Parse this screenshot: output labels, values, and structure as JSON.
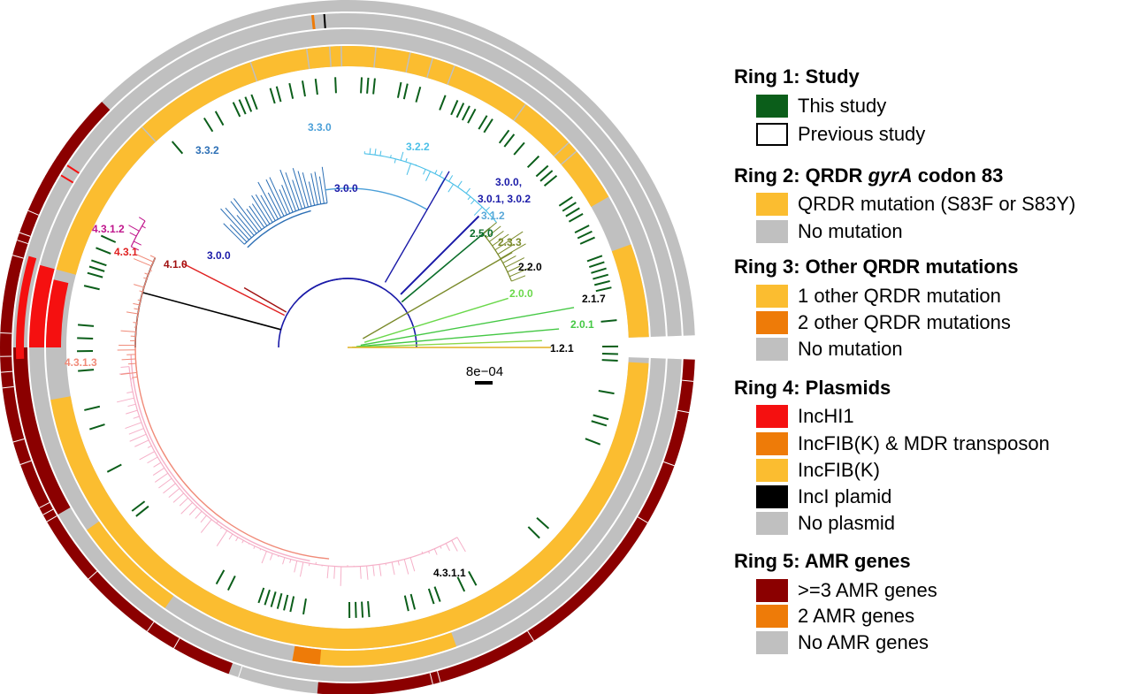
{
  "colors": {
    "study_green": "#0b5e1a",
    "qrdr_yellow": "#fbbd30",
    "grey": "#c0c0c0",
    "orange": "#ee7b08",
    "red": "#f51010",
    "black": "#000000",
    "dark_red": "#8b0000",
    "white": "#ffffff"
  },
  "tree": {
    "scale_label": "8e−04",
    "clades": [
      {
        "id": "c330",
        "label": "3.3.0",
        "color": "#4a9fd8"
      },
      {
        "id": "c332",
        "label": "3.3.2",
        "color": "#2c6fb5"
      },
      {
        "id": "c322",
        "label": "3.2.2",
        "color": "#4cc0e8"
      },
      {
        "id": "c300a",
        "label": "3.0.0",
        "color": "#1a1aa8"
      },
      {
        "id": "c300b",
        "label": "3.0.0,",
        "color": "#1a1aa8"
      },
      {
        "id": "c301",
        "label": "3.0.1, 3.0.2",
        "color": "#1a1aa8"
      },
      {
        "id": "c312",
        "label": "3.1.2",
        "color": "#5aa8d8"
      },
      {
        "id": "c250",
        "label": "2.5.0",
        "color": "#0b6e2a"
      },
      {
        "id": "c233",
        "label": "2.3.3",
        "color": "#7a8a2a"
      },
      {
        "id": "c220",
        "label": "2.2.0",
        "color": "#000000"
      },
      {
        "id": "c200",
        "label": "2.0.0",
        "color": "#6ad84a"
      },
      {
        "id": "c217",
        "label": "2.1.7",
        "color": "#000000"
      },
      {
        "id": "c201",
        "label": "2.0.1",
        "color": "#44c844"
      },
      {
        "id": "c121",
        "label": "1.2.1",
        "color": "#000000"
      },
      {
        "id": "c4312",
        "label": "4.3.1.2",
        "color": "#c0168c"
      },
      {
        "id": "c431",
        "label": "4.3.1",
        "color": "#e02020"
      },
      {
        "id": "c410",
        "label": "4.1.0",
        "color": "#a01010"
      },
      {
        "id": "c300c",
        "label": "3.0.0",
        "color": "#1a1aa8"
      },
      {
        "id": "c4313",
        "label": "4.3.1.3",
        "color": "#f08a78"
      },
      {
        "id": "c4311",
        "label": "4.3.1.1",
        "color": "#000000"
      }
    ]
  },
  "legend": {
    "ring1": {
      "title": "Ring 1: Study",
      "items": [
        {
          "label": "This study",
          "color": "#0b5e1a"
        },
        {
          "label": "Previous study",
          "color": "#ffffff"
        }
      ]
    },
    "ring2": {
      "title_prefix": "Ring 2: QRDR ",
      "title_gene": "gyrA",
      "title_suffix": " codon 83",
      "items": [
        {
          "label": "QRDR mutation (S83F or S83Y)",
          "color": "#fbbd30"
        },
        {
          "label": "No mutation",
          "color": "#c0c0c0"
        }
      ]
    },
    "ring3": {
      "title": "Ring 3: Other QRDR mutations",
      "items": [
        {
          "label": "1 other QRDR mutation",
          "color": "#fbbd30"
        },
        {
          "label": "2 other QRDR mutations",
          "color": "#ee7b08"
        },
        {
          "label": "No mutation",
          "color": "#c0c0c0"
        }
      ]
    },
    "ring4": {
      "title": "Ring 4: Plasmids",
      "items": [
        {
          "label": "IncHI1",
          "color": "#f51010"
        },
        {
          "label": "IncFIB(K) & MDR transposon",
          "color": "#ee7b08"
        },
        {
          "label": "IncFIB(K)",
          "color": "#fbbd30"
        },
        {
          "label": "IncI plamid",
          "color": "#000000"
        },
        {
          "label": "No plasmid",
          "color": "#c0c0c0"
        }
      ]
    },
    "ring5": {
      "title": "Ring 5: AMR genes",
      "items": [
        {
          "label": ">=3 AMR genes",
          "color": "#8b0000"
        },
        {
          "label": "2 AMR genes",
          "color": "#ee7b08"
        },
        {
          "label": "No AMR genes",
          "color": "#c0c0c0"
        }
      ]
    }
  }
}
